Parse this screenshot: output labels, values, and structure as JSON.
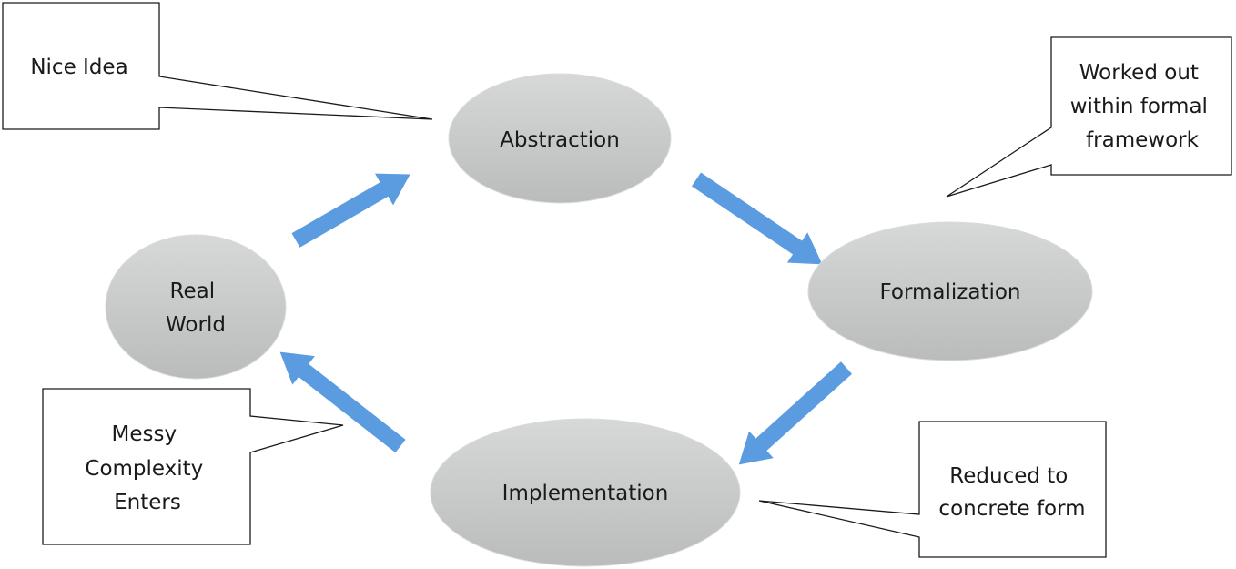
{
  "nodes": {
    "abstraction": [
      "Abstraction"
    ],
    "formalization": [
      "Formalization"
    ],
    "implementation": [
      "Implementation"
    ],
    "real_world": [
      "Real",
      "World"
    ]
  },
  "callouts": {
    "nice_idea": [
      "Nice Idea"
    ],
    "formal_framework": [
      "Worked out",
      "within formal",
      "framework"
    ],
    "concrete_form": [
      "Reduced to",
      "concrete form"
    ],
    "messy_complexity": [
      "Messy",
      "Complexity",
      "Enters"
    ]
  },
  "colors": {
    "node_fill_top": "#d7d9d8",
    "node_fill_bottom": "#b9bcbb",
    "arrow": "#5b9be0",
    "callout_border": "#1a1a1a"
  }
}
